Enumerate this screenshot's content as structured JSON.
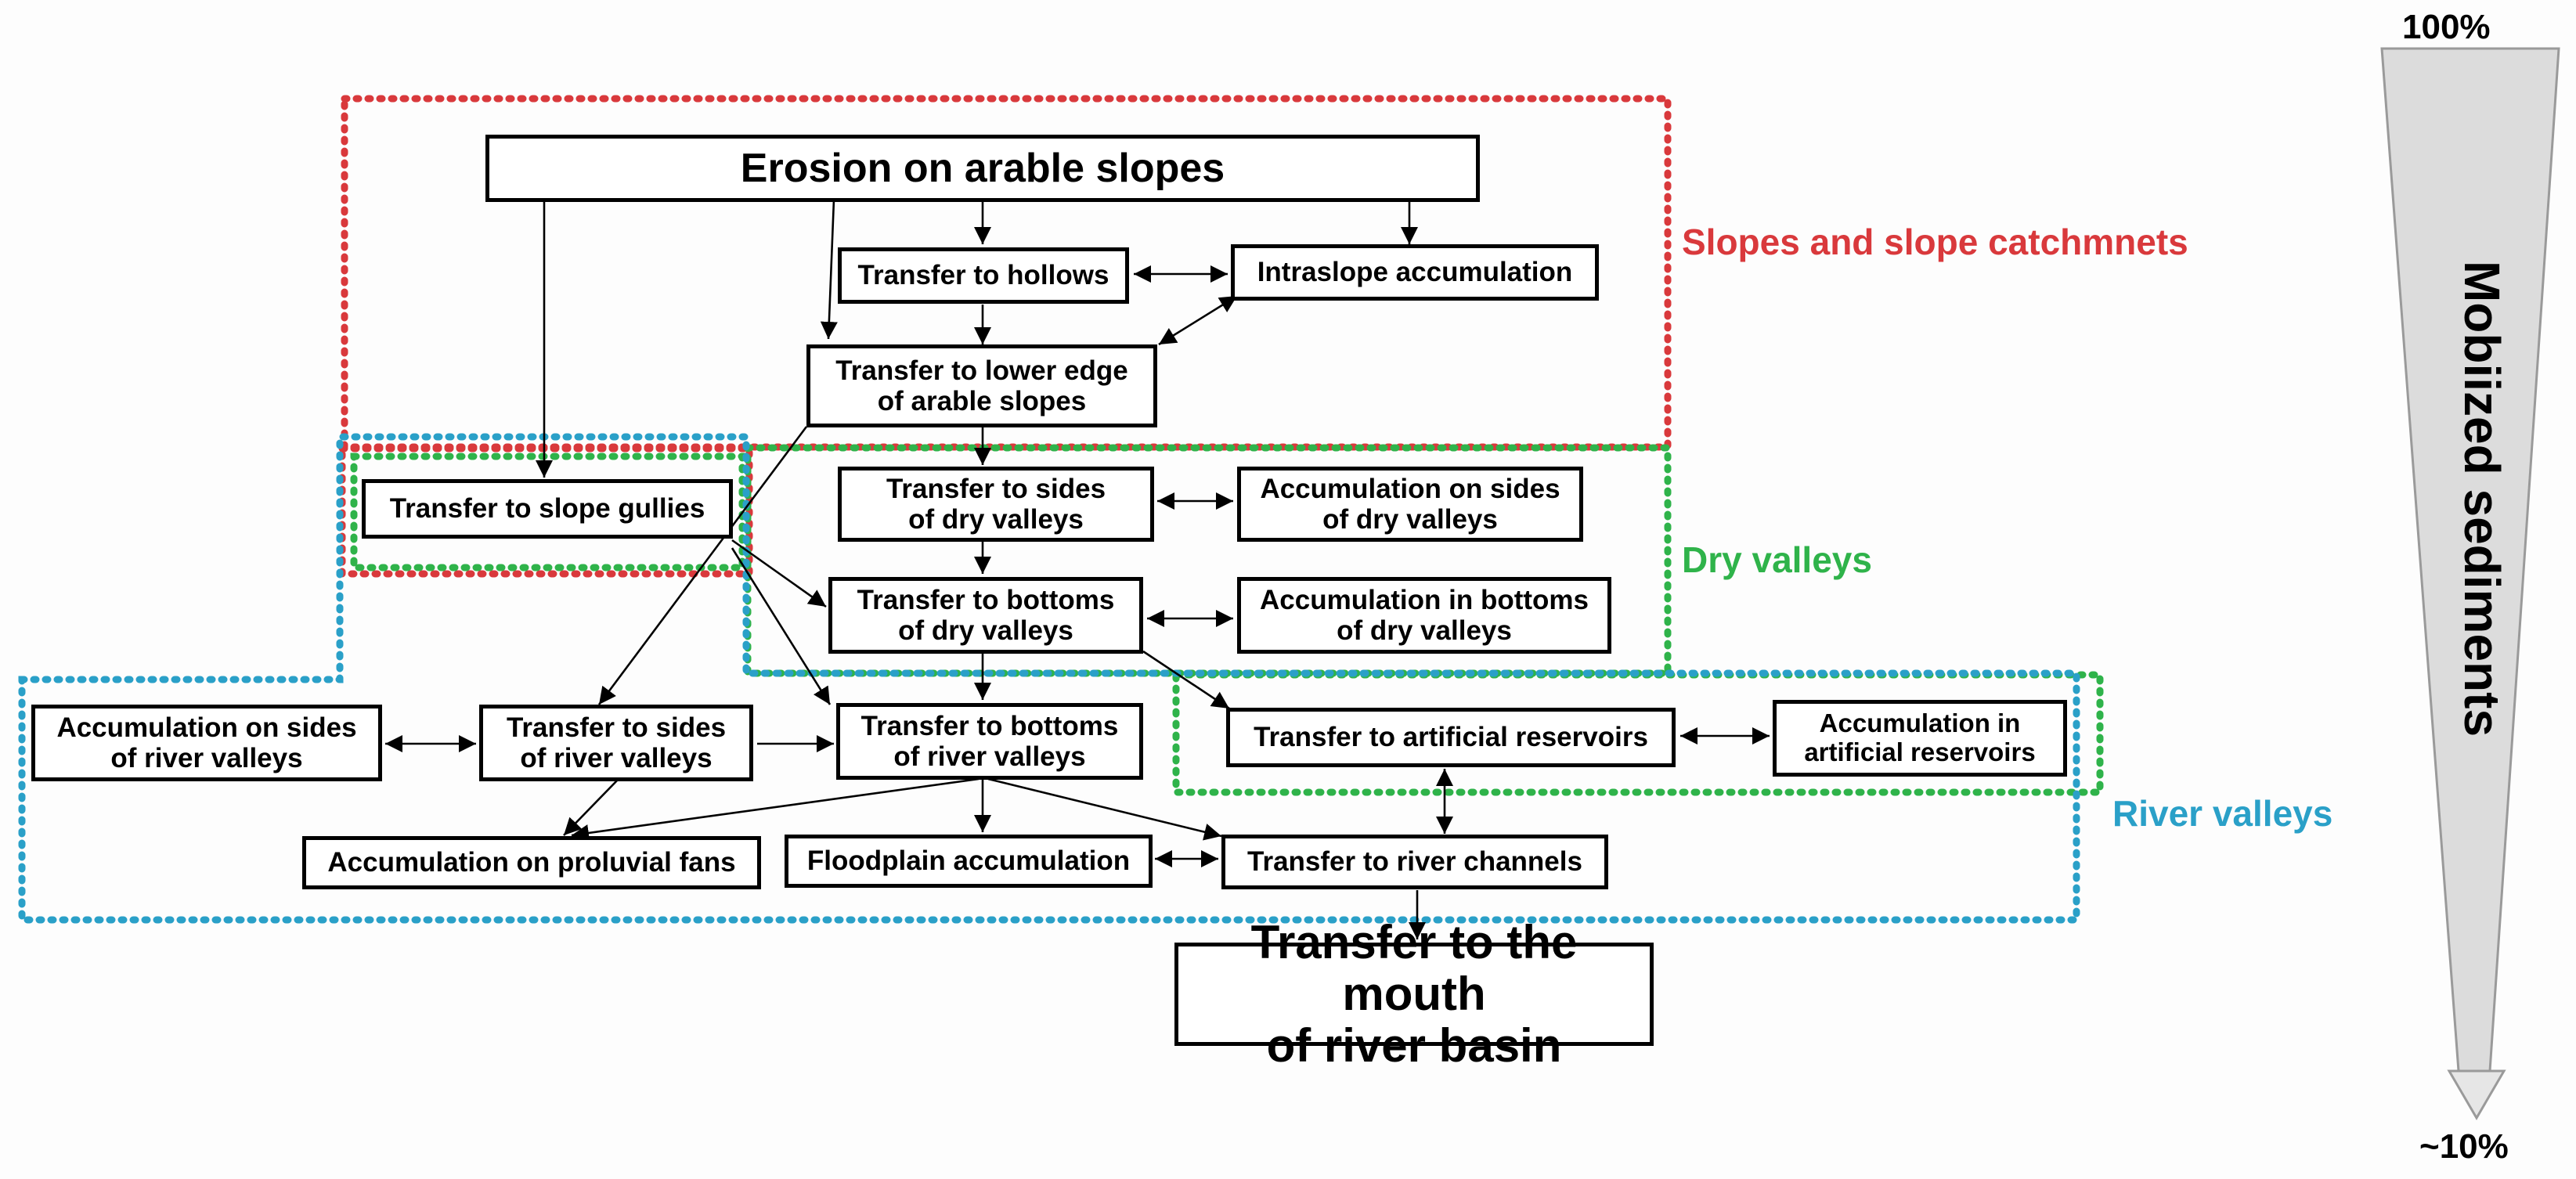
{
  "colors": {
    "slopes": "#d9393c",
    "dry_valleys": "#2fb34a",
    "river_valleys": "#2aa0c8",
    "triangle_fill": "#dcdcdc"
  },
  "zones": {
    "slopes": "Slopes and slope catchmnets",
    "dry_valleys": "Dry valleys",
    "river_valleys": "River valleys"
  },
  "nodes": {
    "erosion": "Erosion on arable slopes",
    "hollows": "Transfer to hollows",
    "intraslope": "Intraslope accumulation",
    "lower_edge": "Transfer to lower edge\nof arable slopes",
    "slope_gullies": "Transfer to slope gullies",
    "dry_sides": "Transfer to sides\nof dry valleys",
    "acc_dry_sides": "Accumulation on sides\nof dry valleys",
    "dry_bottoms": "Transfer to bottoms\nof dry valleys",
    "acc_dry_bottoms": "Accumulation in bottoms\nof dry valleys",
    "acc_river_sides": "Accumulation on sides\nof river valleys",
    "river_sides": "Transfer to sides\nof river valleys",
    "river_bottoms": "Transfer to bottoms\nof river valleys",
    "reservoirs": "Transfer to artificial reservoirs",
    "acc_reservoirs": "Accumulation in\nartificial reservoirs",
    "proluvial": "Accumulation on proluvial fans",
    "floodplain": "Floodplain accumulation",
    "channels": "Transfer to river channels",
    "mouth": "Transfer to the mouth\nof river basin"
  },
  "edges": [
    {
      "from": "erosion",
      "to": "hollows",
      "type": "one-way"
    },
    {
      "from": "erosion",
      "to": "intraslope",
      "type": "one-way"
    },
    {
      "from": "erosion",
      "to": "lower_edge",
      "type": "one-way"
    },
    {
      "from": "erosion",
      "to": "slope_gullies",
      "type": "one-way"
    },
    {
      "from": "hollows",
      "to": "intraslope",
      "type": "two-way"
    },
    {
      "from": "hollows",
      "to": "lower_edge",
      "type": "one-way"
    },
    {
      "from": "lower_edge",
      "to": "intraslope",
      "type": "two-way"
    },
    {
      "from": "lower_edge",
      "to": "dry_sides",
      "type": "one-way"
    },
    {
      "from": "lower_edge",
      "to": "river_sides",
      "type": "one-way"
    },
    {
      "from": "dry_sides",
      "to": "acc_dry_sides",
      "type": "two-way"
    },
    {
      "from": "dry_sides",
      "to": "dry_bottoms",
      "type": "one-way"
    },
    {
      "from": "slope_gullies",
      "to": "dry_bottoms",
      "type": "one-way"
    },
    {
      "from": "slope_gullies",
      "to": "river_bottoms",
      "type": "one-way"
    },
    {
      "from": "dry_bottoms",
      "to": "acc_dry_bottoms",
      "type": "two-way"
    },
    {
      "from": "dry_bottoms",
      "to": "river_bottoms",
      "type": "one-way"
    },
    {
      "from": "dry_bottoms",
      "to": "reservoirs",
      "type": "one-way"
    },
    {
      "from": "river_sides",
      "to": "acc_river_sides",
      "type": "two-way"
    },
    {
      "from": "river_sides",
      "to": "river_bottoms",
      "type": "one-way"
    },
    {
      "from": "river_sides",
      "to": "proluvial",
      "type": "one-way"
    },
    {
      "from": "river_bottoms",
      "to": "proluvial",
      "type": "one-way"
    },
    {
      "from": "river_bottoms",
      "to": "floodplain",
      "type": "one-way"
    },
    {
      "from": "river_bottoms",
      "to": "channels",
      "type": "one-way"
    },
    {
      "from": "reservoirs",
      "to": "acc_reservoirs",
      "type": "two-way"
    },
    {
      "from": "reservoirs",
      "to": "channels",
      "type": "two-way"
    },
    {
      "from": "floodplain",
      "to": "channels",
      "type": "two-way"
    },
    {
      "from": "channels",
      "to": "mouth",
      "type": "one-way"
    }
  ],
  "scale": {
    "top_label": "100%",
    "bottom_label": "~10%",
    "title": "Mobiized sediments"
  }
}
